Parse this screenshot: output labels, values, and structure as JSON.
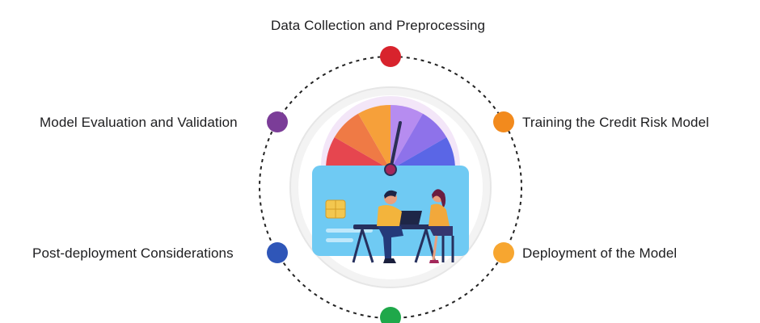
{
  "diagram": {
    "stages": [
      {
        "id": "top",
        "label": "Data Collection and Preprocessing",
        "color": "#d8232d"
      },
      {
        "id": "upper-right",
        "label": "Training the Credit Risk Model",
        "color": "#f28a1d"
      },
      {
        "id": "lower-right",
        "label": "Deployment of the Model",
        "color": "#f7a630"
      },
      {
        "id": "bottom",
        "label": "",
        "color": "#1fa84a"
      },
      {
        "id": "lower-left",
        "label": "Post-deployment Considerations",
        "color": "#2f56b8"
      },
      {
        "id": "upper-left",
        "label": "Model Evaluation and Validation",
        "color": "#7b3d98"
      }
    ],
    "gauge_colors": [
      "#e6464f",
      "#ef7a45",
      "#f6a03a",
      "#b68cf0",
      "#8e72ea",
      "#5a66e6"
    ],
    "card_color": "#5cc3f2"
  }
}
